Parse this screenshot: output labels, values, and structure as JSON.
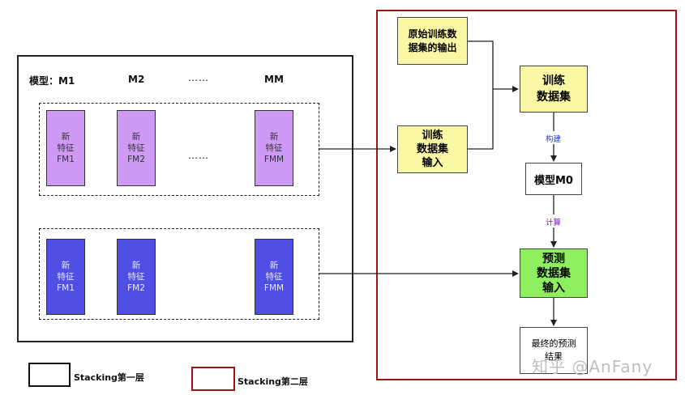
{
  "layer1": {
    "header_model_label": "模型：M1",
    "header_m2": "M2",
    "header_dots": "……",
    "header_mm": "MM",
    "train_features": [
      "新\n特征\nFM1",
      "新\n特征\nFM2",
      "新\n特征\nFMM"
    ],
    "train_dots": "……",
    "test_features": [
      "新\n特征\nFM1",
      "新\n特征\nFM2",
      "新\n特征\nFMM"
    ]
  },
  "layer2": {
    "original_output": "原始训练数\n据集的输出",
    "train_input": "训练\n数据集\n输入",
    "train_set": "训练\n数据集",
    "build_label": "构建",
    "model_m0": "模型M0",
    "compute_label": "计算",
    "predict_input": "预测\n数据集\n输入",
    "final_result": "最终的预测\n结果"
  },
  "legend": {
    "layer1_label": "Stacking第一层",
    "layer2_label": "Stacking第二层"
  },
  "watermark": "知乎 @AnFany",
  "colors": {
    "layer1_border": "#222222",
    "layer2_border": "#9b1515",
    "purple_feature": "#cf9af5",
    "blue_feature": "#4f4fe6",
    "yellow_box": "#fbf8a5",
    "green_box": "#8ef05f"
  }
}
